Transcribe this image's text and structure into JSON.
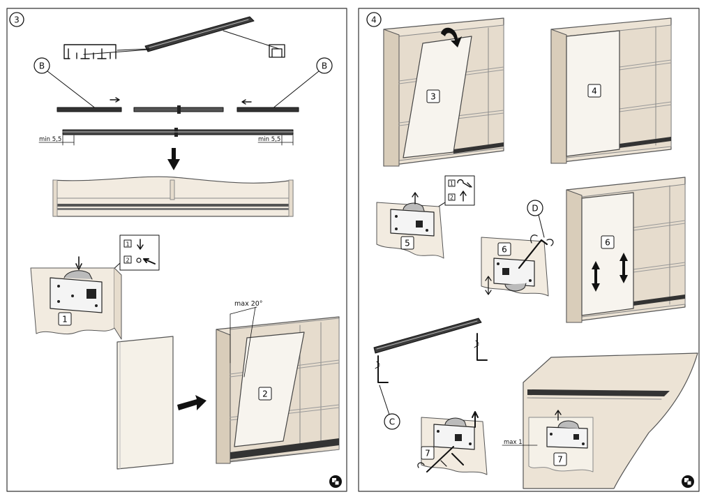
{
  "left_panel": {
    "step_number": "3",
    "callouts": {
      "b_left": "B",
      "b_right": "B"
    },
    "measures": {
      "min_left": "min 5,5",
      "min_right": "min 5,5",
      "max_angle": "max 20°"
    },
    "legend": {
      "item1": "1",
      "item2": "2"
    },
    "labels": {
      "roller_plate": "1",
      "cabinet_door": "2"
    }
  },
  "right_panel": {
    "step_number": "4",
    "callouts": {
      "d": "D",
      "c": "C"
    },
    "measures": {
      "max_gap": "max 1"
    },
    "legend": {
      "item1": "1",
      "item2": "2"
    },
    "labels": {
      "door_tilt": "3",
      "door_closed": "4",
      "plate_5": "5",
      "plate_6": "6",
      "door_adjust": "6",
      "plate_7": "7",
      "plate_7_installed": "7"
    }
  }
}
